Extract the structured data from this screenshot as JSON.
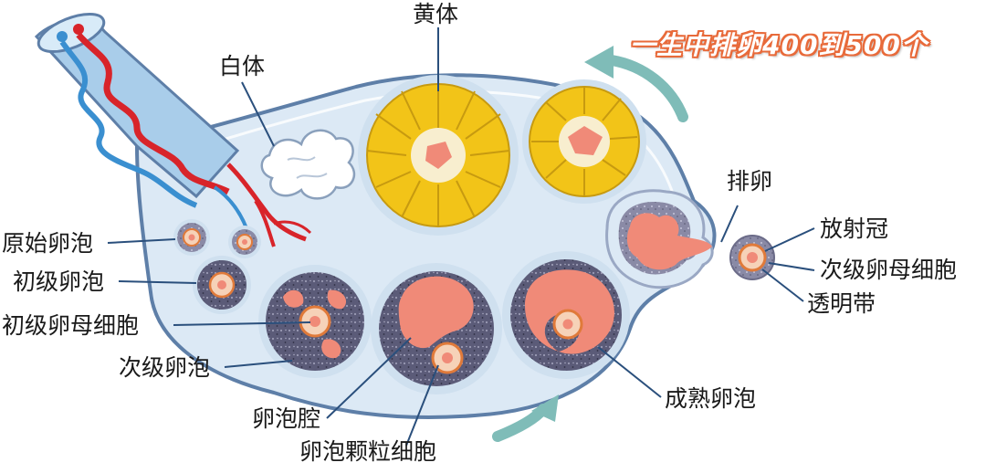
{
  "banner": "一生中排卵400到500个",
  "labels": {
    "huangti": "黄体",
    "baiti": "白体",
    "pailuan": "排卵",
    "fangsheguan": "放射冠",
    "cijiluanmu": "次级卵母细胞",
    "toumingdai": "透明带",
    "yuanshi": "原始卵泡",
    "chuji": "初级卵泡",
    "chujiluanmu": "初级卵母细胞",
    "ciji": "次级卵泡",
    "luanpaoqiang": "卵泡腔",
    "keli": "卵泡颗粒细胞",
    "chengshu": "成熟卵泡"
  },
  "colors": {
    "ovary_fill": "#dce9f5",
    "ovary_outline": "#5e7fa8",
    "corpus_luteum": "#f2c418",
    "corpus_albicans": "#ffffff",
    "antrum": "#f08a78",
    "granulosa": "#4a4a66",
    "arrow": "#7fbcb8",
    "artery": "#d8242a",
    "vein": "#3a8fd0",
    "banner_stroke": "#e86a3a"
  }
}
